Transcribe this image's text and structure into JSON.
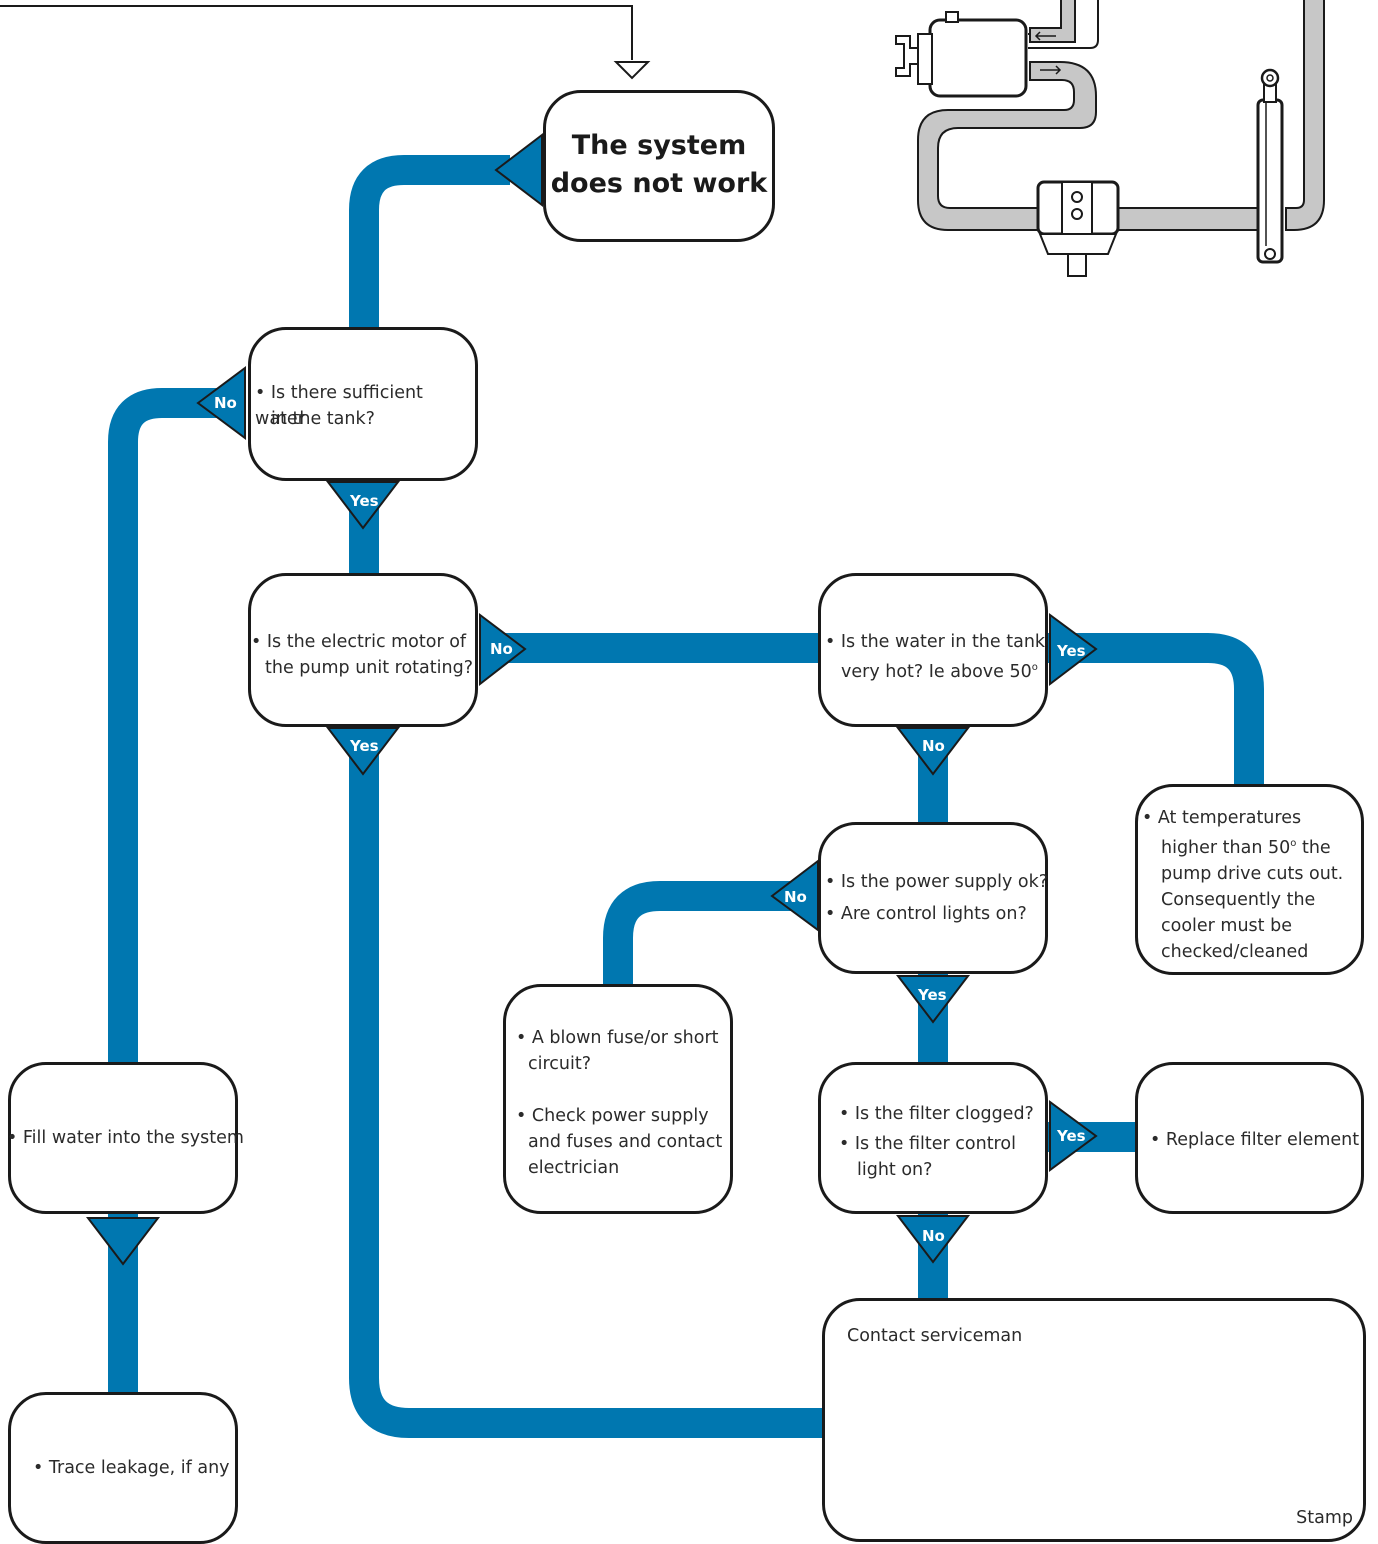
{
  "start": {
    "title_line1": "The system",
    "title_line2": "does not work"
  },
  "q_water": {
    "line1": "• Is there sufficient water",
    "line2": "in the tank?"
  },
  "q_motor": {
    "line1": "• Is the electric motor of",
    "line2": "the pump unit rotating?"
  },
  "q_hot": {
    "line1": "• Is the water in the tank",
    "line2": "very hot?  Ie above 50",
    "degree": "o"
  },
  "temp_note": {
    "line1": "• At temperatures",
    "line2": "higher than 50",
    "degree": "o",
    "line2_end": " the",
    "line3": "pump drive cuts out.",
    "line4": "Consequently the",
    "line5": "cooler must be",
    "line6": "checked/cleaned"
  },
  "q_power": {
    "line1": "• Is the power supply ok?",
    "line2": "• Are control lights on?"
  },
  "fuse_note": {
    "line1": "• A blown fuse/or short",
    "line2": "circuit?",
    "line3": "• Check power supply",
    "line4": "and fuses and contact",
    "line5": "electrician"
  },
  "q_filter": {
    "line1": "• Is the filter clogged?",
    "line2": "• Is the filter control",
    "line3": "light on?"
  },
  "replace_filter": {
    "text": "• Replace filter element"
  },
  "fill_water": {
    "text": "• Fill water into the system"
  },
  "trace_leakage": {
    "text": "• Trace leakage, if any"
  },
  "serviceman": {
    "text": "Contact serviceman",
    "stamp": "Stamp"
  },
  "labels": {
    "yes": "Yes",
    "no": "No"
  },
  "colors": {
    "flow": "#0077b0",
    "pipe": "#c7c7c7",
    "outline": "#1a1a1a"
  },
  "icons": [
    "down-arrow-icon",
    "pump-illustration"
  ]
}
